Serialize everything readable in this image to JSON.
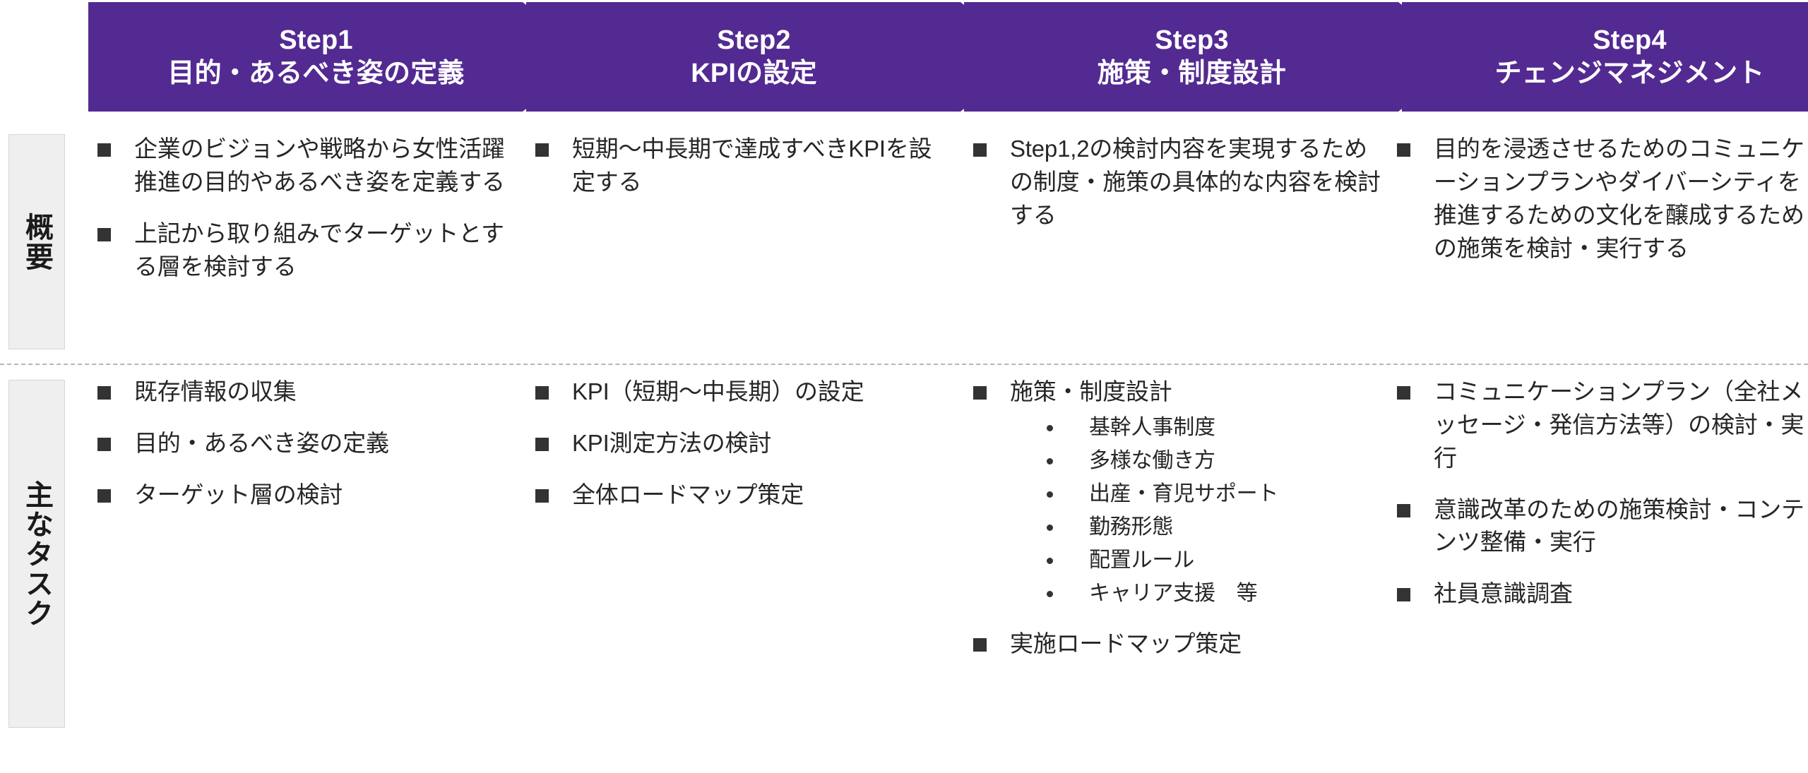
{
  "steps": [
    {
      "num": "Step1",
      "title": "目的・あるべき姿の定義"
    },
    {
      "num": "Step2",
      "title": "KPIの設定"
    },
    {
      "num": "Step3",
      "title": "施策・制度設計"
    },
    {
      "num": "Step4",
      "title": "チェンジマネジメント"
    }
  ],
  "row_labels": {
    "overview": "概要",
    "tasks": "主なタスク"
  },
  "overview": {
    "col1": [
      "企業のビジョンや戦略から女性活躍推進の目的やあるべき姿を定義する",
      "上記から取り組みでターゲットとする層を検討する"
    ],
    "col2": [
      "短期～中長期で達成すべきKPIを設定する"
    ],
    "col3": [
      "Step1,2の検討内容を実現するための制度・施策の具体的な内容を検討する"
    ],
    "col4": [
      "目的を浸透させるためのコミュニケーションプランやダイバーシティを推進するための文化を醸成するための施策を検討・実行する"
    ]
  },
  "tasks": {
    "col1": [
      {
        "text": "既存情報の収集",
        "sub": []
      },
      {
        "text": "目的・あるべき姿の定義",
        "sub": []
      },
      {
        "text": "ターゲット層の検討",
        "sub": []
      }
    ],
    "col2": [
      {
        "text": "KPI（短期～中長期）の設定",
        "sub": []
      },
      {
        "text": "KPI測定方法の検討",
        "sub": []
      },
      {
        "text": "全体ロードマップ策定",
        "sub": []
      }
    ],
    "col3": [
      {
        "text": "施策・制度設計",
        "sub": [
          "基幹人事制度",
          "多様な働き方",
          "出産・育児サポート",
          "勤務形態",
          "配置ルール",
          "キャリア支援　等"
        ]
      },
      {
        "text": "実施ロードマップ策定",
        "sub": []
      }
    ],
    "col4": [
      {
        "text": "コミュニケーションプラン（全社メッセージ・発信方法等）の検討・実行",
        "sub": []
      },
      {
        "text": "意識改革のための施策検討・コンテンツ整備・実行",
        "sub": []
      },
      {
        "text": "社員意識調査",
        "sub": []
      }
    ]
  },
  "colors": {
    "chevron_purple": "#532A91",
    "label_background": "#efefef",
    "text": "#262626"
  }
}
